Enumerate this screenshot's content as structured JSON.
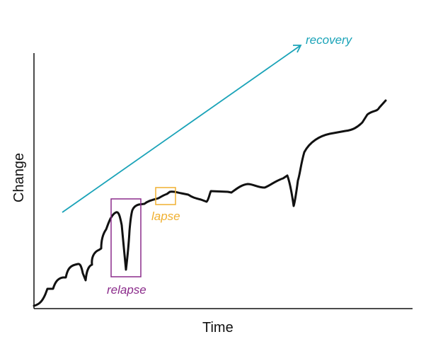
{
  "axes": {
    "x_label": "Time",
    "y_label": "Change"
  },
  "annotations": {
    "recovery": "recovery",
    "relapse": "relapse",
    "lapse": "lapse"
  },
  "colors": {
    "recovery": "#1aa3b8",
    "relapse": "#8b2c8b",
    "lapse": "#f0b030",
    "line": "#111111"
  }
}
